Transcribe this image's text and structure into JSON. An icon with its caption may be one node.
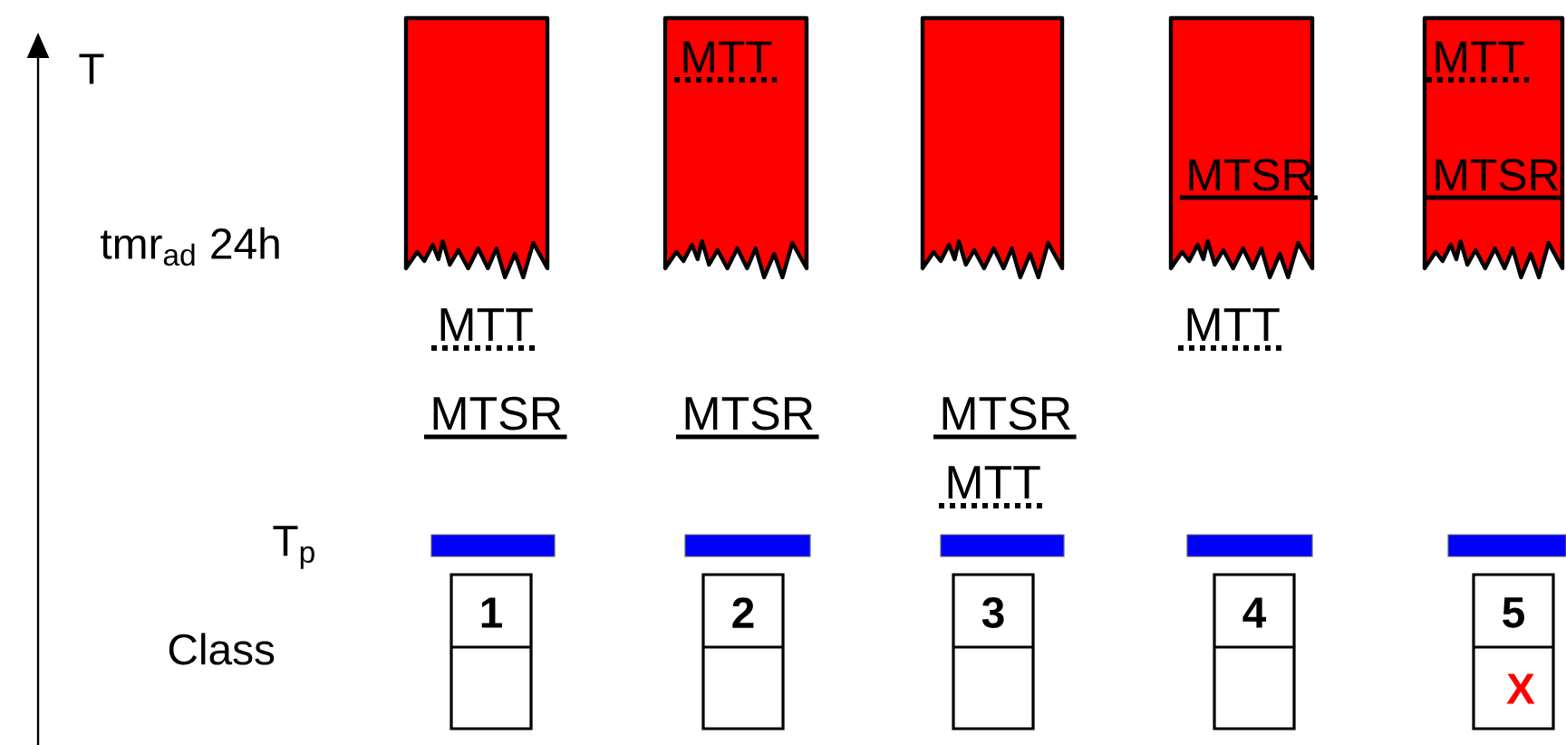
{
  "diagram": {
    "nodes": [
      {
        "text": [],
        "shape": "bar"
      },
      {
        "text": [
          "MTT"
        ]
      },
      {
        "text": [],
        "shape": "bar"
      },
      {
        "text": [
          "MTSR"
        ]
      },
      {
        "text": [
          "MTT",
          "MTSR"
        ]
      },
      {
        "text": [],
        "shape": "bar"
      },
      {
        "text": [],
        "shape": "bar"
      },
      {
        "text": [],
        "shape": "bar"
      },
      {
        "text": [],
        "shape": "bar"
      },
      {
        "text": [],
        "shape": "bar"
      },
      {
        "text": [
          "1"
        ]
      },
      {
        "text": [
          "2"
        ]
      },
      {
        "text": [
          "3"
        ]
      },
      {
        "text": [
          "4"
        ]
      },
      {
        "text": [
          "5",
          "X"
        ]
      }
    ],
    "labels": [
      "T",
      "tmr$_{ad}$ 24h",
      "MTT",
      "MTT",
      "MTSR",
      "MTSR",
      "MTSR",
      "MTT",
      "T$_{p}$",
      "Class"
    ]
  }
}
